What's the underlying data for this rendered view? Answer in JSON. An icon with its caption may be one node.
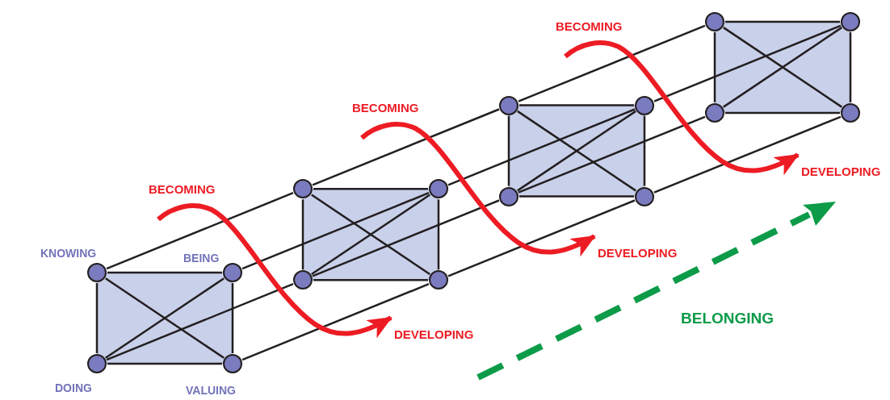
{
  "diagram": {
    "nodes": [
      {
        "text": [],
        "shape": "circle",
        "beside": [
          "KNOWING"
        ]
      },
      {
        "text": [],
        "shape": "circle",
        "beside": [
          "BEING"
        ]
      },
      {
        "text": [],
        "shape": "circle",
        "beside": [
          "DOING"
        ]
      },
      {
        "text": [],
        "shape": "circle",
        "beside": [
          "VALUING"
        ]
      },
      {
        "text": [],
        "shape": "circle"
      },
      {
        "text": [],
        "shape": "circle"
      },
      {
        "text": [],
        "shape": "circle"
      },
      {
        "text": [],
        "shape": "circle"
      },
      {
        "text": [],
        "shape": "circle"
      },
      {
        "text": [],
        "shape": "circle"
      },
      {
        "text": [],
        "shape": "circle"
      },
      {
        "text": [],
        "shape": "circle"
      },
      {
        "text": [],
        "shape": "circle"
      },
      {
        "text": [],
        "shape": "circle"
      },
      {
        "text": [],
        "shape": "circle"
      },
      {
        "text": [],
        "shape": "circle"
      },
      {
        "text": [
          "BECOMING"
        ]
      },
      {
        "text": [
          "DEVELOPING"
        ]
      },
      {
        "text": [
          "BECOMING"
        ]
      },
      {
        "text": [
          "DEVELOPING"
        ]
      },
      {
        "text": [
          "BECOMING"
        ]
      },
      {
        "text": [
          "DEVELOPING"
        ]
      }
    ],
    "edges": [
      {
        "from": 0,
        "to": 1,
        "arrow": "none"
      },
      {
        "from": 1,
        "to": 3,
        "arrow": "none"
      },
      {
        "from": 3,
        "to": 2,
        "arrow": "none"
      },
      {
        "from": 2,
        "to": 0,
        "arrow": "none"
      },
      {
        "from": 0,
        "to": 3,
        "arrow": "none"
      },
      {
        "from": 2,
        "to": 1,
        "arrow": "none"
      },
      {
        "from": 4,
        "to": 5,
        "arrow": "none"
      },
      {
        "from": 5,
        "to": 7,
        "arrow": "none"
      },
      {
        "from": 7,
        "to": 6,
        "arrow": "none"
      },
      {
        "from": 6,
        "to": 4,
        "arrow": "none"
      },
      {
        "from": 4,
        "to": 7,
        "arrow": "none"
      },
      {
        "from": 6,
        "to": 5,
        "arrow": "none"
      },
      {
        "from": 8,
        "to": 9,
        "arrow": "none"
      },
      {
        "from": 9,
        "to": 11,
        "arrow": "none"
      },
      {
        "from": 11,
        "to": 10,
        "arrow": "none"
      },
      {
        "from": 10,
        "to": 8,
        "arrow": "none"
      },
      {
        "from": 8,
        "to": 11,
        "arrow": "none"
      },
      {
        "from": 10,
        "to": 9,
        "arrow": "none"
      },
      {
        "from": 12,
        "to": 13,
        "arrow": "none"
      },
      {
        "from": 13,
        "to": 15,
        "arrow": "none"
      },
      {
        "from": 15,
        "to": 14,
        "arrow": "none"
      },
      {
        "from": 14,
        "to": 12,
        "arrow": "none"
      },
      {
        "from": 12,
        "to": 15,
        "arrow": "none"
      },
      {
        "from": 14,
        "to": 13,
        "arrow": "none"
      },
      {
        "from": 0,
        "to": 4,
        "arrow": "none"
      },
      {
        "from": 1,
        "to": 5,
        "arrow": "none"
      },
      {
        "from": 2,
        "to": 6,
        "arrow": "none"
      },
      {
        "from": 3,
        "to": 7,
        "arrow": "none"
      },
      {
        "from": 4,
        "to": 8,
        "arrow": "none"
      },
      {
        "from": 5,
        "to": 9,
        "arrow": "none"
      },
      {
        "from": 6,
        "to": 10,
        "arrow": "none"
      },
      {
        "from": 7,
        "to": 11,
        "arrow": "none"
      },
      {
        "from": 8,
        "to": 12,
        "arrow": "none"
      },
      {
        "from": 9,
        "to": 13,
        "arrow": "none"
      },
      {
        "from": 10,
        "to": 14,
        "arrow": "none"
      },
      {
        "from": 11,
        "to": 15,
        "arrow": "none"
      },
      {
        "from": 16,
        "to": 17,
        "arrow": "to",
        "style": "thick",
        "color": "#ed1c24"
      },
      {
        "from": 18,
        "to": 19,
        "arrow": "to",
        "style": "thick",
        "color": "#ed1c24"
      },
      {
        "from": 20,
        "to": 21,
        "arrow": "to",
        "style": "thick",
        "color": "#ed1c24"
      }
    ],
    "labels": [
      "BELONGING"
    ]
  }
}
